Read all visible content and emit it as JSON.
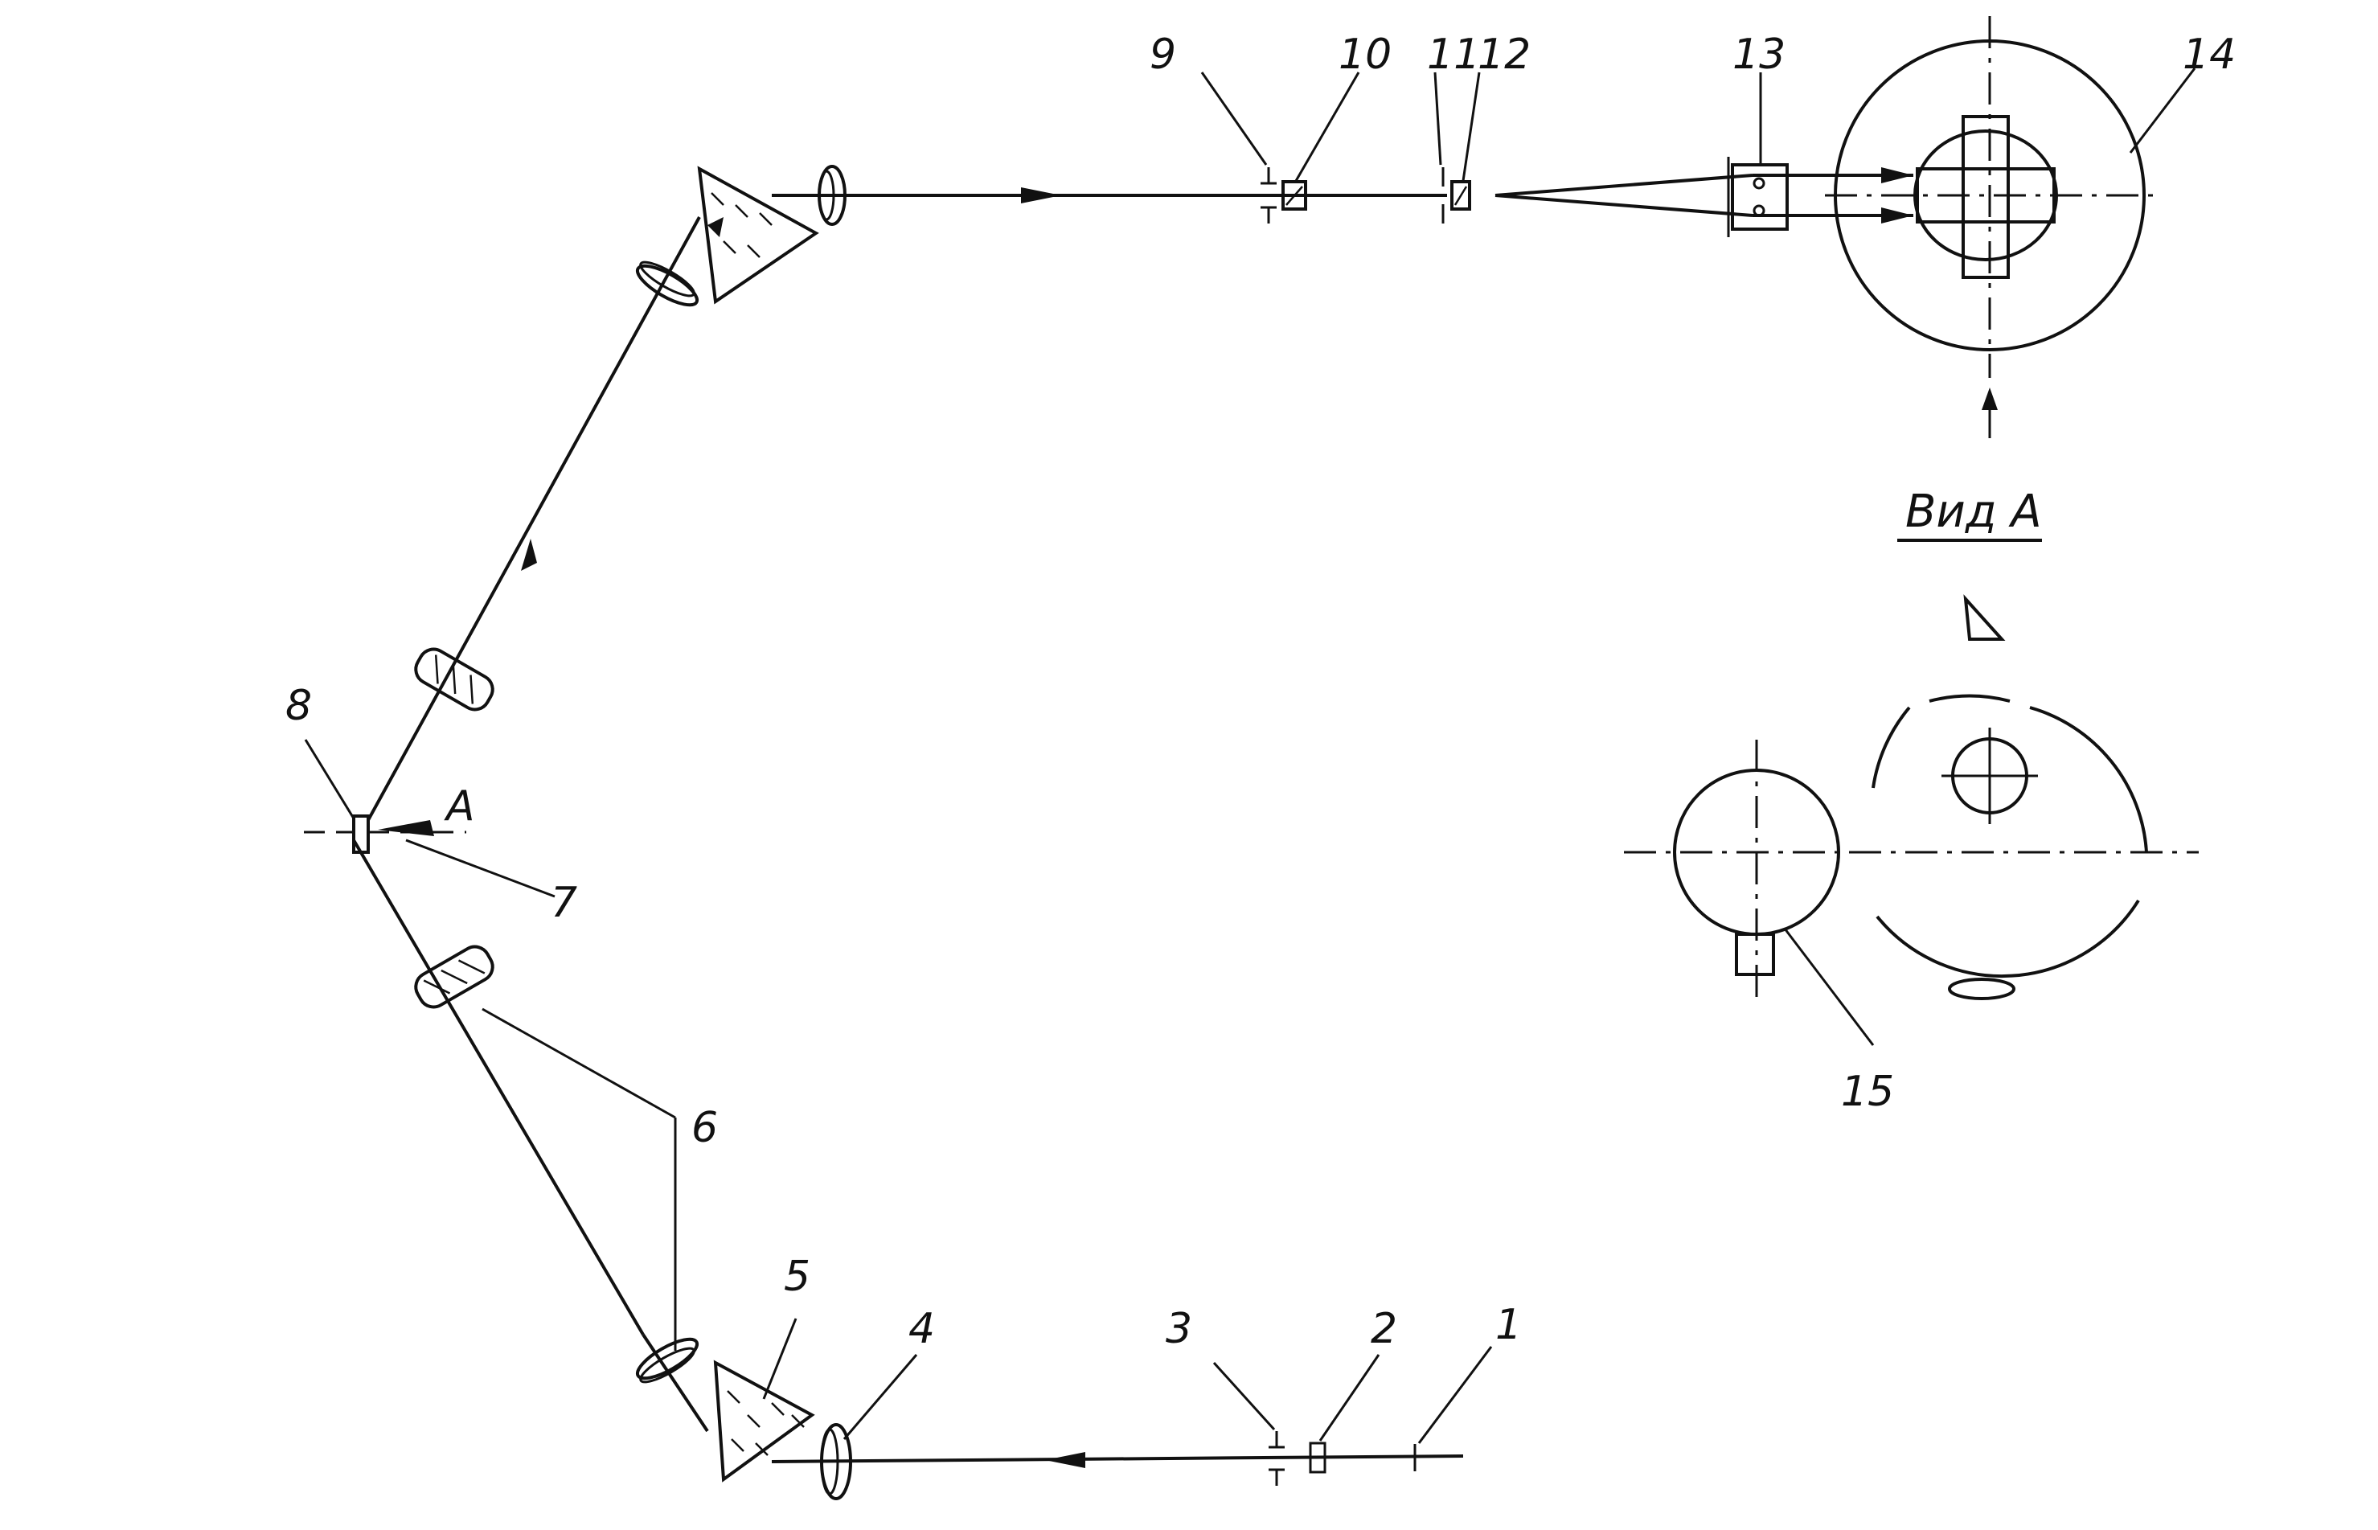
{
  "labels": {
    "l1": "1",
    "l2": "2",
    "l3": "3",
    "l4": "4",
    "l5": "5",
    "l6": "6",
    "l7": "7",
    "l8": "8",
    "l9": "9",
    "l10": "10",
    "l11": "11",
    "l12": "12",
    "l13": "13",
    "l14": "14",
    "l15": "15",
    "view_label": "Вид А",
    "section_a": "A"
  },
  "colors": {
    "ink": "#111111",
    "paper": "#ffffff"
  }
}
